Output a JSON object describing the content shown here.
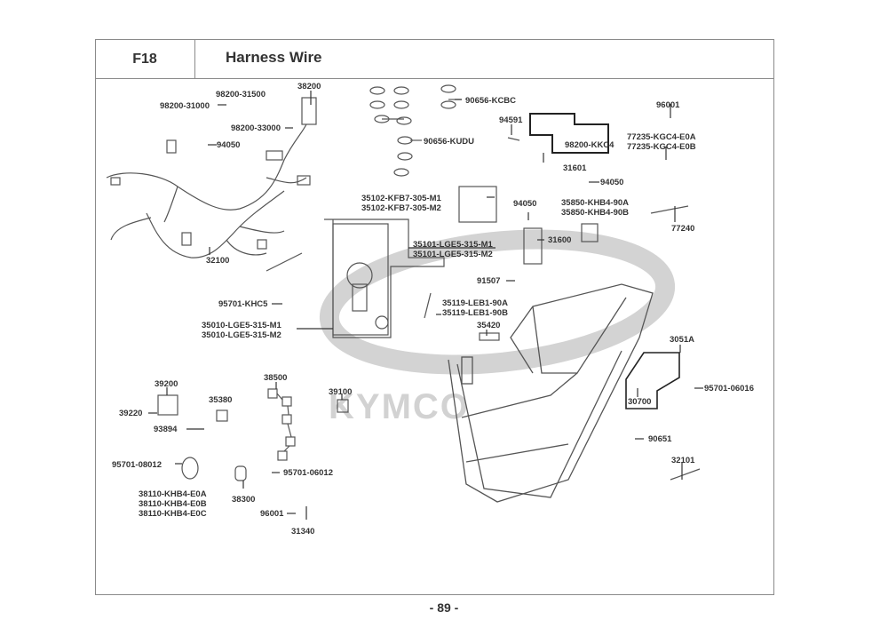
{
  "header": {
    "section_code": "F18",
    "title": "Harness Wire"
  },
  "watermark": "KYMCO",
  "footer": {
    "page_number": "- 89 -"
  },
  "parts": [
    {
      "id": "p38200",
      "lines": [
        "38200"
      ]
    },
    {
      "id": "p98200_31500",
      "lines": [
        "98200-31500"
      ]
    },
    {
      "id": "p98200_31000",
      "lines": [
        "98200-31000"
      ]
    },
    {
      "id": "p98200_33000",
      "lines": [
        "98200-33000"
      ]
    },
    {
      "id": "p94050_a",
      "lines": [
        "94050"
      ]
    },
    {
      "id": "p32100",
      "lines": [
        "32100"
      ]
    },
    {
      "id": "p95701_khc5",
      "lines": [
        "95701-KHC5"
      ]
    },
    {
      "id": "p35010",
      "lines": [
        "35010-LGE5-315-M1",
        "35010-LGE5-315-M2"
      ]
    },
    {
      "id": "p90656_kcbc",
      "lines": [
        "90656-KCBC"
      ]
    },
    {
      "id": "p90656_kudu",
      "lines": [
        "90656-KUDU"
      ]
    },
    {
      "id": "p94591",
      "lines": [
        "94591"
      ]
    },
    {
      "id": "p98200_kkc4",
      "lines": [
        "98200-KKC4"
      ]
    },
    {
      "id": "p31601",
      "lines": [
        "31601"
      ]
    },
    {
      "id": "p96001_a",
      "lines": [
        "96001"
      ]
    },
    {
      "id": "p77235",
      "lines": [
        "77235-KGC4-E0A",
        "77235-KGC4-E0B"
      ]
    },
    {
      "id": "p94050_b",
      "lines": [
        "94050"
      ]
    },
    {
      "id": "p35102",
      "lines": [
        "35102-KFB7-305-M1",
        "35102-KFB7-305-M2"
      ]
    },
    {
      "id": "p94050_c",
      "lines": [
        "94050"
      ]
    },
    {
      "id": "p35850",
      "lines": [
        "35850-KHB4-90A",
        "35850-KHB4-90B"
      ]
    },
    {
      "id": "p77240",
      "lines": [
        "77240"
      ]
    },
    {
      "id": "p35101",
      "lines": [
        "35101-LGE5-315-M1",
        "35101-LGE5-315-M2"
      ]
    },
    {
      "id": "p31600",
      "lines": [
        "31600"
      ]
    },
    {
      "id": "p91507",
      "lines": [
        "91507"
      ]
    },
    {
      "id": "p35119",
      "lines": [
        "35119-LEB1-90A",
        "35119-LEB1-90B"
      ]
    },
    {
      "id": "p35420",
      "lines": [
        "35420"
      ]
    },
    {
      "id": "p3051a",
      "lines": [
        "3051A"
      ]
    },
    {
      "id": "p30700",
      "lines": [
        "30700"
      ]
    },
    {
      "id": "p95701_06016",
      "lines": [
        "95701-06016"
      ]
    },
    {
      "id": "p90651",
      "lines": [
        "90651"
      ]
    },
    {
      "id": "p32101",
      "lines": [
        "32101"
      ]
    },
    {
      "id": "p39200",
      "lines": [
        "39200"
      ]
    },
    {
      "id": "p39220",
      "lines": [
        "39220"
      ]
    },
    {
      "id": "p35380",
      "lines": [
        "35380"
      ]
    },
    {
      "id": "p93894",
      "lines": [
        "93894"
      ]
    },
    {
      "id": "p38500",
      "lines": [
        "38500"
      ]
    },
    {
      "id": "p39100",
      "lines": [
        "39100"
      ]
    },
    {
      "id": "p95701_08012",
      "lines": [
        "95701-08012"
      ]
    },
    {
      "id": "p38110",
      "lines": [
        "38110-KHB4-E0A",
        "38110-KHB4-E0B",
        "38110-KHB4-E0C"
      ]
    },
    {
      "id": "p38300",
      "lines": [
        "38300"
      ]
    },
    {
      "id": "p95701_06012",
      "lines": [
        "95701-06012"
      ]
    },
    {
      "id": "p96001_b",
      "lines": [
        "96001"
      ]
    },
    {
      "id": "p31340",
      "lines": [
        "31340"
      ]
    }
  ]
}
